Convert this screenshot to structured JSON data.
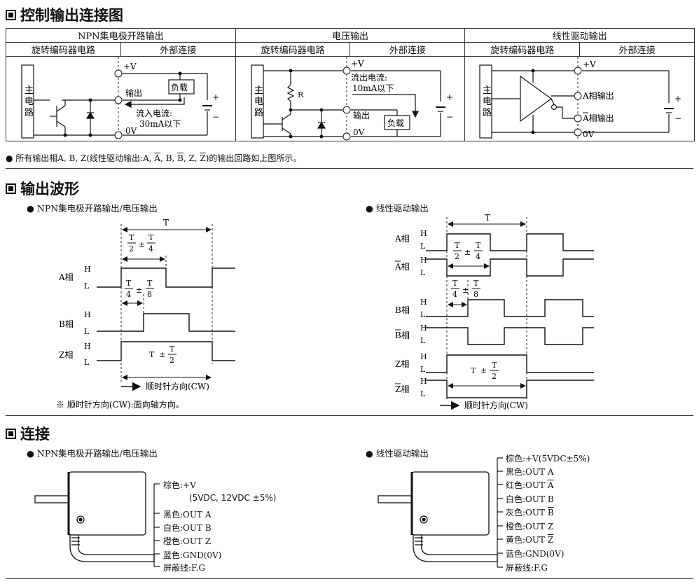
{
  "control": {
    "title": "控制输出连接图",
    "headers": [
      "NPN集电极开路输出",
      "电压输出",
      "线性驱动输出"
    ],
    "subheaders": [
      "旋转编码器电路",
      "外部连接",
      "旋转编码器电路",
      "外部连接",
      "旋转编码器电路",
      "外部连接"
    ],
    "npn": {
      "main": [
        "主",
        "电",
        "路"
      ],
      "v": "+V",
      "out": "输出",
      "load": "负载",
      "flow": "流入电流:",
      "current": "30mA以下",
      "zero": "0V",
      "plus": "+",
      "minus": "−"
    },
    "volt": {
      "main": [
        "主",
        "电",
        "路"
      ],
      "v": "+V",
      "r": "R",
      "flow": "流出电流:",
      "current": "10mA以下",
      "out": "输出",
      "load": "负载",
      "zero": "0V",
      "plus": "+",
      "minus": "−"
    },
    "line": {
      "main": [
        "主",
        "电",
        "路"
      ],
      "v": "+V",
      "a_out": "A相输出",
      "a_bar_out": "A相输出",
      "zero": "0V",
      "plus": "+",
      "minus": "−"
    },
    "note_prefix": "● 所有输出相A, B, Z(线性驱动输出:A, ",
    "note_abar": "A",
    "note_b": ", B, ",
    "note_bbar": "B",
    "note_z": ", Z, ",
    "note_zbar": "Z",
    "note_suffix": ")的输出回路如上图所示。"
  },
  "waveform": {
    "title": "输出波形",
    "npn_heading": "● NPN集电极开路输出/电压输出",
    "line_heading": "● 线性驱动输出",
    "T": "T",
    "H": "H",
    "L": "L",
    "phase_a": "A相",
    "phase_b": "B相",
    "phase_z": "Z相",
    "pm": "±",
    "two": "2",
    "four": "4",
    "eight": "8",
    "cw": "顺时针方向(CW)",
    "cw_note": "※ 顺时针方向(CW):面向轴方向。"
  },
  "connection": {
    "title": "连接",
    "npn_heading": "● NPN集电极开路输出/电压输出",
    "line_heading": "● 线性驱动输出",
    "npn_wires": [
      "棕色:+V",
      "(5VDC, 12VDC ±5%)",
      "黑色:OUT A",
      "白色:OUT B",
      "橙色:OUT Z",
      "蓝色:GND(0V)",
      "屏蔽线:F.G"
    ],
    "line_wires": [
      {
        "pre": "棕色:+V(5VDC±5%)",
        "bar": ""
      },
      {
        "pre": "黑色:OUT A",
        "bar": ""
      },
      {
        "pre": "红色:OUT ",
        "bar": "A"
      },
      {
        "pre": "白色:OUT B",
        "bar": ""
      },
      {
        "pre": "灰色:OUT ",
        "bar": "B"
      },
      {
        "pre": "橙色:OUT Z",
        "bar": ""
      },
      {
        "pre": "黄色:OUT ",
        "bar": "Z"
      },
      {
        "pre": "蓝色:GND(0V)",
        "bar": ""
      },
      {
        "pre": "屏蔽线:F.G",
        "bar": ""
      }
    ]
  }
}
